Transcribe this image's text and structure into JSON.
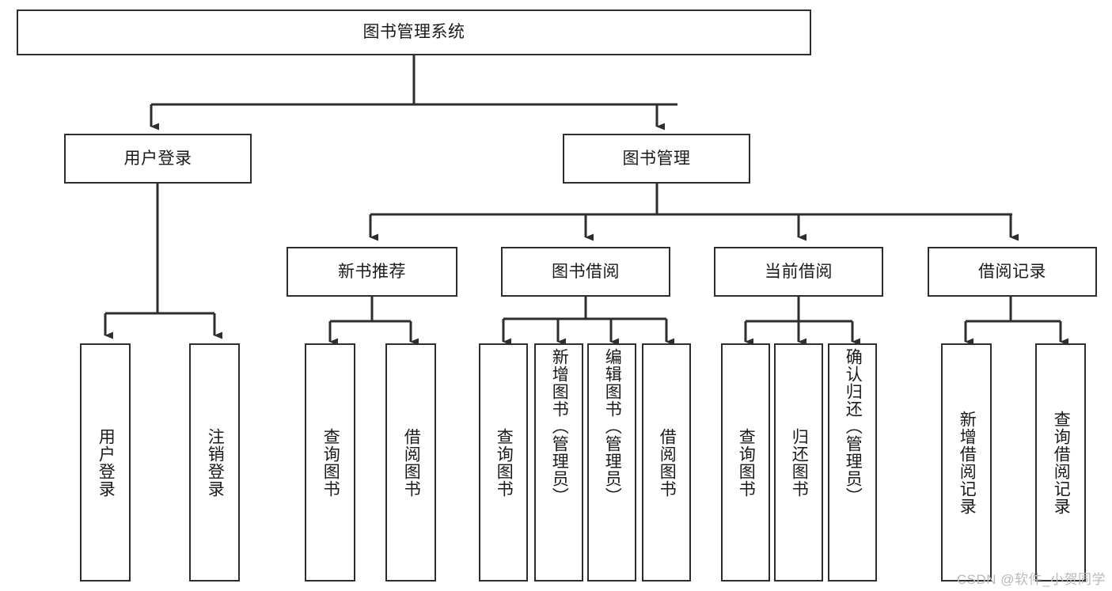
{
  "diagram": {
    "title": "图书管理系统",
    "type": "tree-hierarchy-diagram",
    "colors": {
      "box_border": "#2e2e2e",
      "box_fill": "#ffffff",
      "connector": "#2e2e2e",
      "text": "#1a1a1a",
      "watermark": "#b9b9b9",
      "background": "#ffffff"
    },
    "root": {
      "label": "图书管理系统"
    },
    "level2": [
      {
        "label": "用户登录"
      },
      {
        "label": "图书管理"
      }
    ],
    "level3": [
      {
        "label": "新书推荐"
      },
      {
        "label": "图书借阅"
      },
      {
        "label": "当前借阅"
      },
      {
        "label": "借阅记录"
      }
    ],
    "leaves": {
      "user_login": [
        {
          "label": "用户登录"
        },
        {
          "label": "注销登录"
        }
      ],
      "new_book_recommend": [
        {
          "label": "查询图书"
        },
        {
          "label": "借阅图书"
        }
      ],
      "book_borrow": [
        {
          "label": "查询图书"
        },
        {
          "label": "新增图书（管理员）"
        },
        {
          "label": "编辑图书（管理员）"
        },
        {
          "label": "借阅图书"
        }
      ],
      "current_borrow": [
        {
          "label": "查询图书"
        },
        {
          "label": "归还图书"
        },
        {
          "label": "确认归还（管理员）"
        }
      ],
      "borrow_record": [
        {
          "label": "新增借阅记录"
        },
        {
          "label": "查询借阅记录"
        }
      ]
    }
  },
  "watermark": {
    "text": "CSDN @软件_小贺同学"
  }
}
